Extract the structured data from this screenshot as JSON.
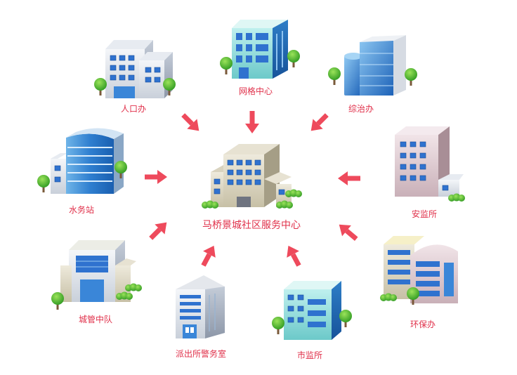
{
  "center": {
    "label": "马桥景城社区服务中心"
  },
  "nodes": [
    {
      "id": "population",
      "label": "人口办"
    },
    {
      "id": "grid",
      "label": "网格中心"
    },
    {
      "id": "governance",
      "label": "综治办"
    },
    {
      "id": "water",
      "label": "水务站"
    },
    {
      "id": "safety",
      "label": "安监所"
    },
    {
      "id": "urban",
      "label": "城管中队"
    },
    {
      "id": "police",
      "label": "派出所警务室"
    },
    {
      "id": "market",
      "label": "市监所"
    },
    {
      "id": "environment",
      "label": "环保办"
    }
  ],
  "colors": {
    "arrow": "#ee4a5c",
    "label": "#e0304a"
  }
}
